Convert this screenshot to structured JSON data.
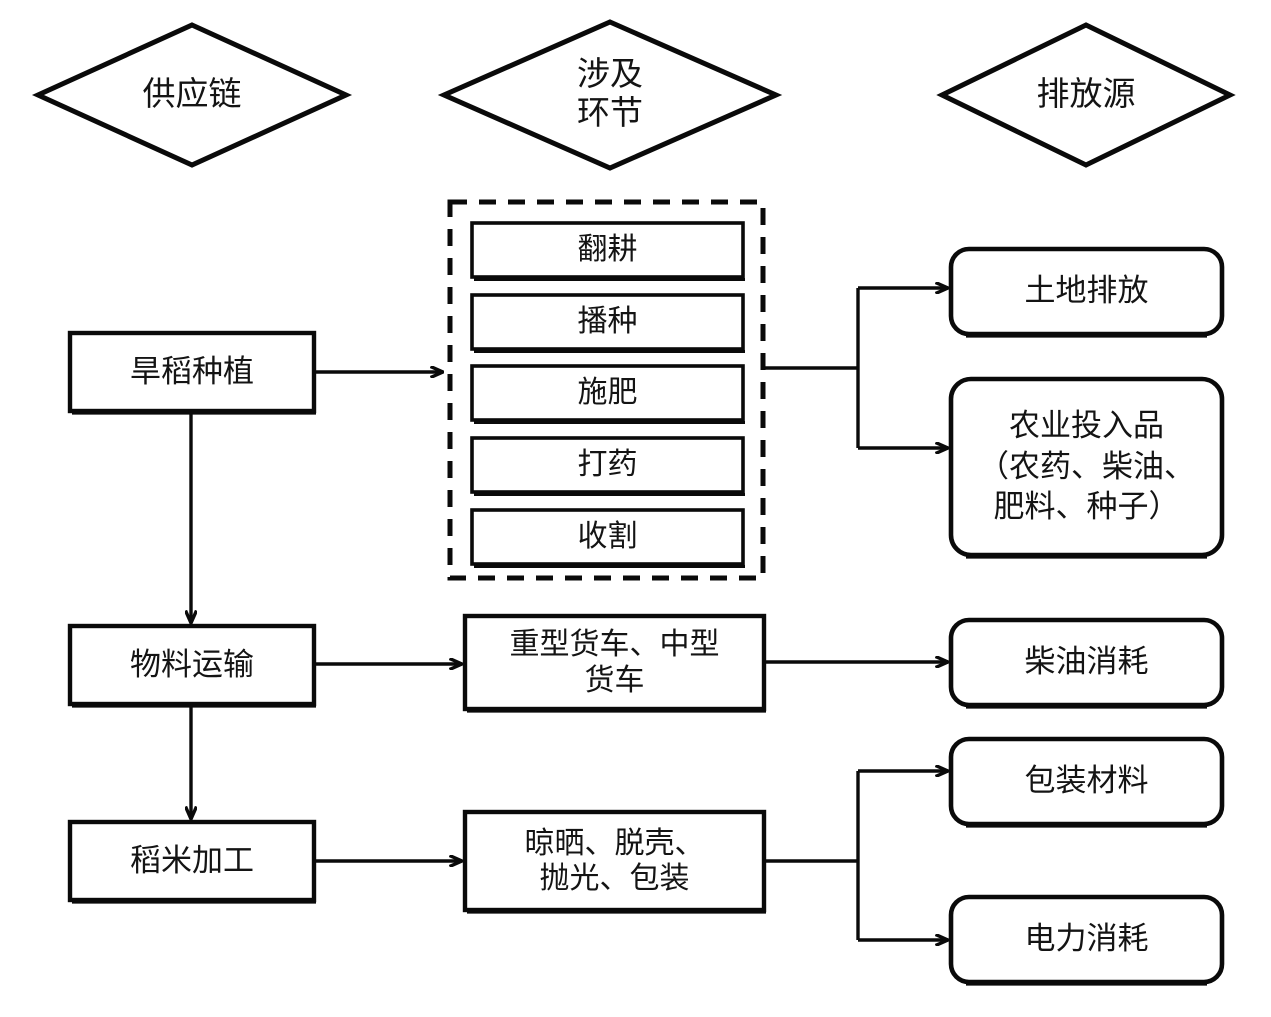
{
  "diagram": {
    "title_row": [
      {
        "id": "supply-chain",
        "label": "供应链"
      },
      {
        "id": "stages",
        "label": "涉及\n环节"
      },
      {
        "id": "emission-source",
        "label": "排放源"
      }
    ],
    "supply_chain_nodes": [
      {
        "id": "upland-rice-planting",
        "label": "旱稻种植"
      },
      {
        "id": "material-transport",
        "label": "物料运输"
      },
      {
        "id": "rice-processing",
        "label": "稻米加工"
      }
    ],
    "stage_group": {
      "id": "planting-stages-group",
      "items": [
        {
          "id": "tillage",
          "label": "翻耕"
        },
        {
          "id": "sowing",
          "label": "播种"
        },
        {
          "id": "fertilizing",
          "label": "施肥"
        },
        {
          "id": "pesticide",
          "label": "打药"
        },
        {
          "id": "harvesting",
          "label": "收割"
        }
      ]
    },
    "stage_nodes": [
      {
        "id": "trucks",
        "label": "重型货车、中型\n货车"
      },
      {
        "id": "processing-steps",
        "label": "晾晒、脱壳、\n抛光、包装"
      }
    ],
    "emission_nodes": [
      {
        "id": "land-emission",
        "label": "土地排放"
      },
      {
        "id": "agri-inputs",
        "label": "农业投入品\n（农药、柴油、\n肥料、种子）"
      },
      {
        "id": "diesel-consumption",
        "label": "柴油消耗"
      },
      {
        "id": "packaging-material",
        "label": "包装材料"
      },
      {
        "id": "electricity-consumption",
        "label": "电力消耗"
      }
    ],
    "colors": {
      "stroke": "#0a0a0a",
      "text": "#141414",
      "background": "#ffffff"
    }
  }
}
